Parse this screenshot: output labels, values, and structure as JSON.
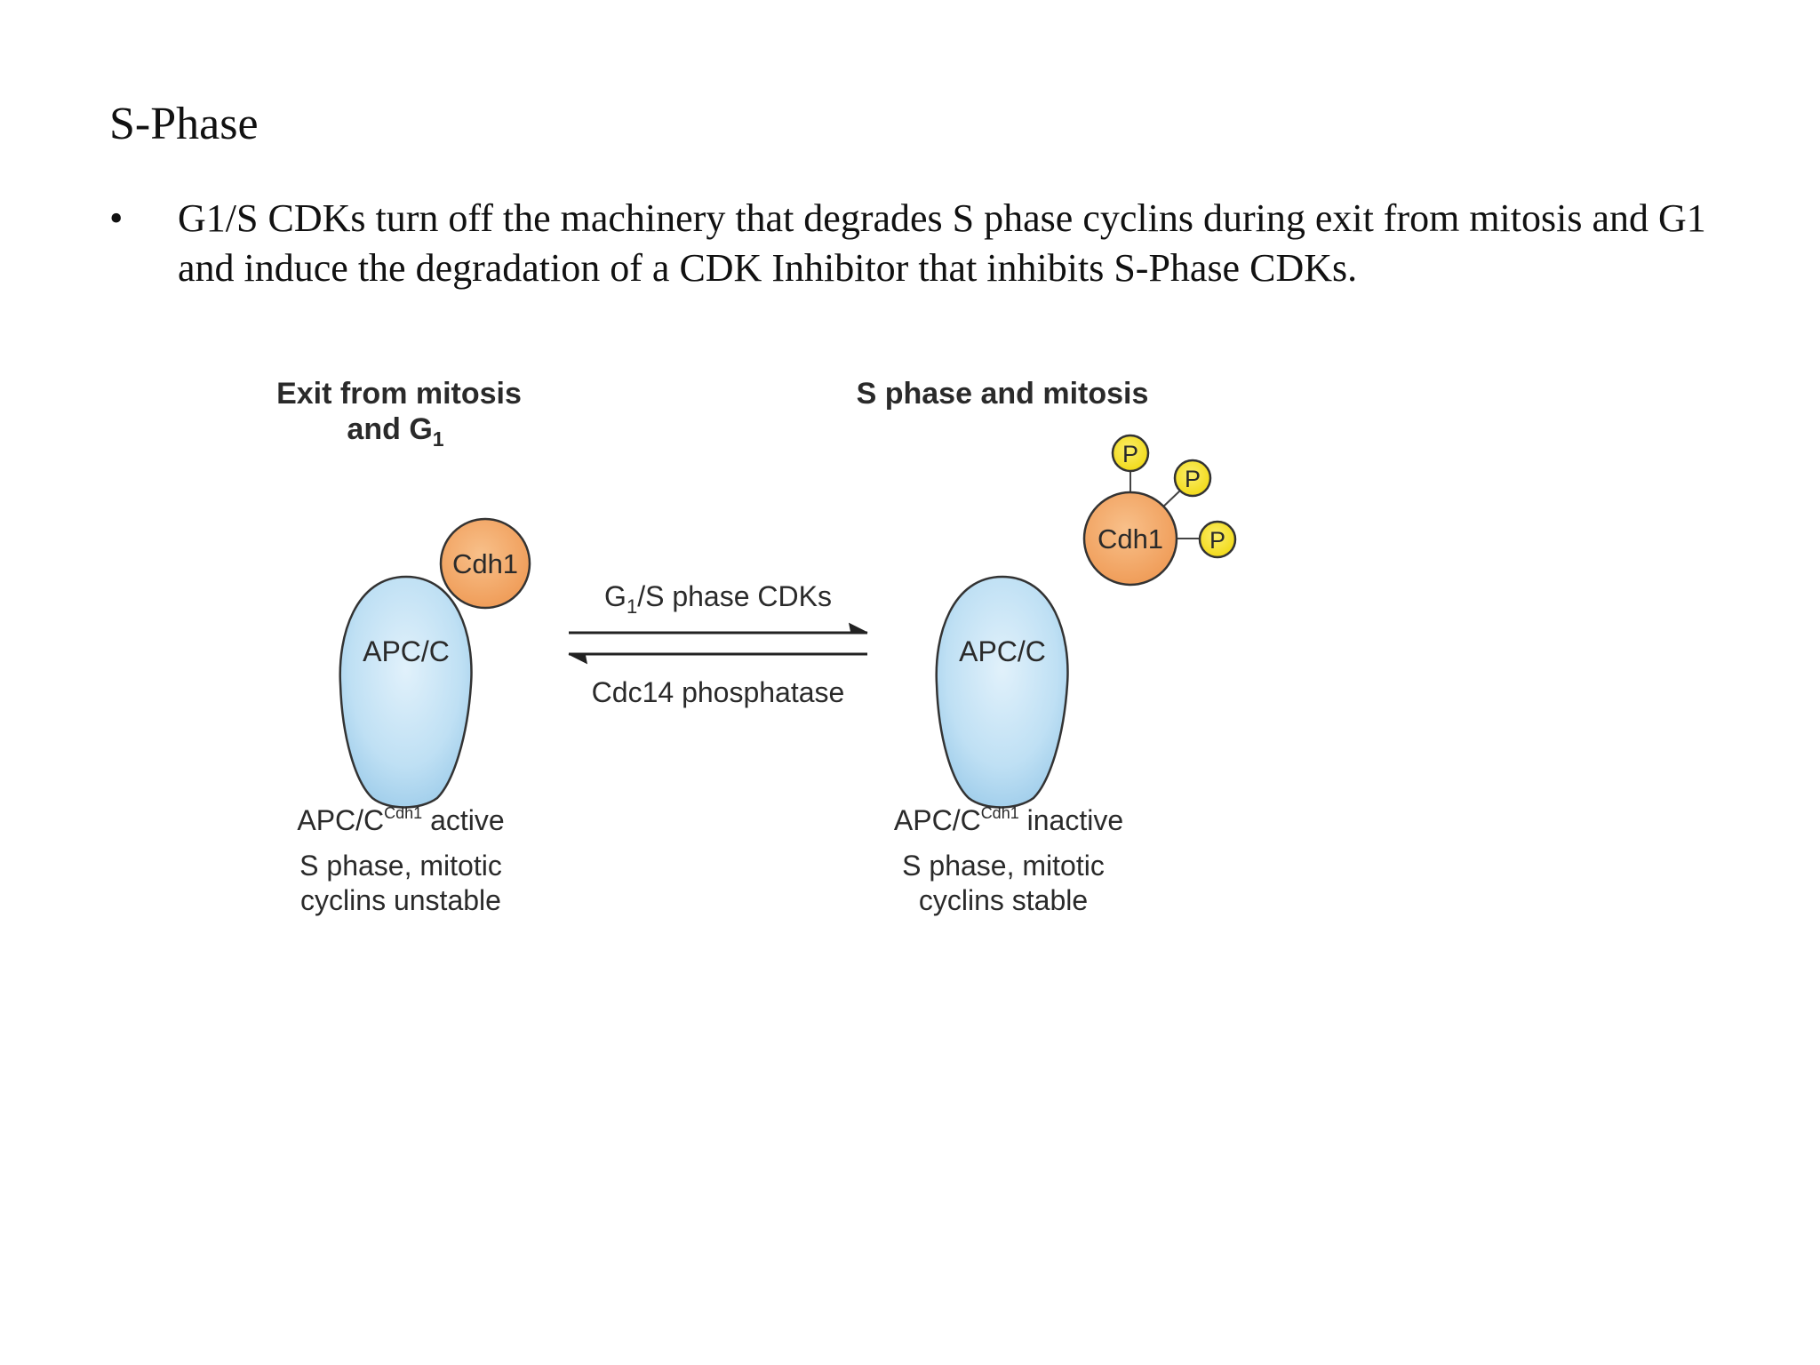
{
  "slide": {
    "title": "S-Phase",
    "bullet_marker": "•",
    "bullet_text": "G1/S CDKs  turn off the machinery that degrades S phase cyclins during exit from mitosis and G1 and induce the degradation of a CDK Inhibitor that inhibits S-Phase CDKs."
  },
  "diagram": {
    "left": {
      "heading_line1": "Exit from mitosis",
      "heading_line2": "and G",
      "heading_line2_sub": "1",
      "complex_label": "APC/C",
      "cdh1_label": "Cdh1",
      "state_prefix": "APC/C",
      "state_superscript": "Cdh1",
      "state_suffix": " active",
      "caption_line1": "S phase, mitotic",
      "caption_line2": "cyclins unstable"
    },
    "right": {
      "heading": "S phase and mitosis",
      "complex_label": "APC/C",
      "cdh1_label": "Cdh1",
      "phospho_labels": [
        "P",
        "P",
        "P"
      ],
      "state_prefix": "APC/C",
      "state_superscript": "Cdh1",
      "state_suffix": " inactive",
      "caption_line1": "S phase, mitotic",
      "caption_line2": "cyclins stable"
    },
    "forward_arrow": {
      "label_prefix": "G",
      "label_sub": "1",
      "label_suffix": "/S phase CDKs"
    },
    "reverse_arrow": {
      "label": "Cdc14 phosphatase"
    },
    "colors": {
      "apc_fill_edge": "#a9d2ee",
      "apc_fill_center": "#dceefa",
      "cdh1_fill": "#f2a765",
      "phospho_fill": "#f5e21c",
      "outline": "#333333"
    }
  }
}
